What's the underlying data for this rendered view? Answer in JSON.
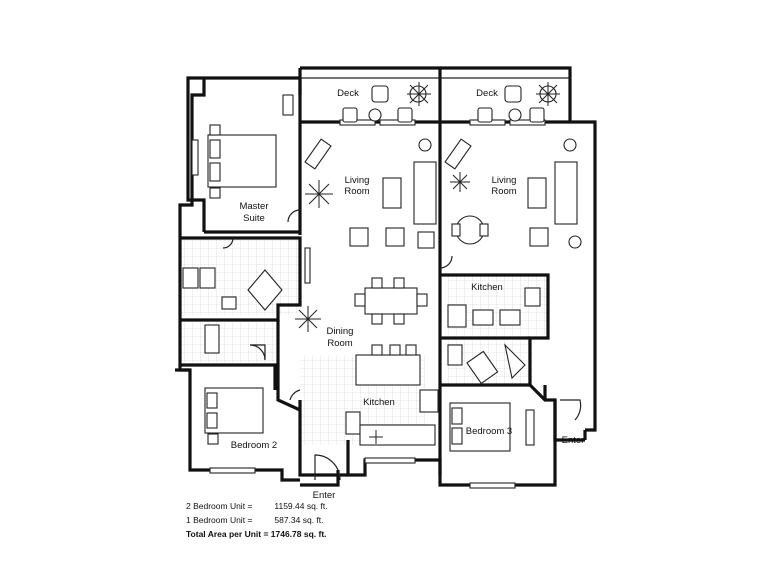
{
  "rooms": {
    "deck_left": "Deck",
    "deck_right": "Deck",
    "living_left_1": "Living",
    "living_left_2": "Room",
    "living_right_1": "Living",
    "living_right_2": "Room",
    "master_1": "Master",
    "master_2": "Suite",
    "dining_1": "Dining",
    "dining_2": "Room",
    "kitchen_upper": "Kitchen",
    "kitchen_lower": "Kitchen",
    "bedroom2": "Bedroom 2",
    "bedroom3": "Bedroom 3",
    "enter_bottom": "Enter",
    "enter_right": "Enter"
  },
  "areas": {
    "two_bed_label": "2 Bedroom Unit =",
    "two_bed_value": "1159.44 sq. ft.",
    "one_bed_label": "1 Bedroom Unit =",
    "one_bed_value": "587.34 sq. ft.",
    "total": "Total Area per Unit = 1746.78 sq. ft."
  }
}
